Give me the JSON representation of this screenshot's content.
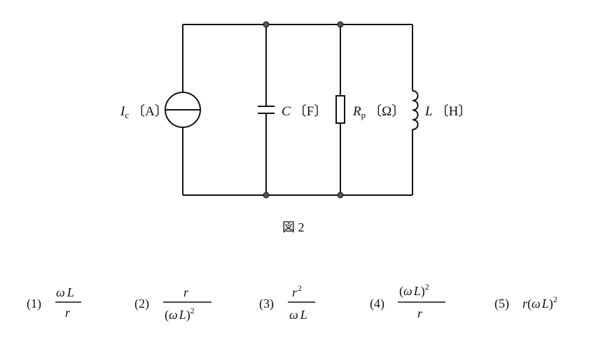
{
  "diagram": {
    "current_source": {
      "symbol": "I",
      "subscript": "c",
      "unit": "〔A〕"
    },
    "capacitor": {
      "symbol": "C",
      "unit": "〔F〕"
    },
    "resistor": {
      "symbol": "R",
      "subscript": "p",
      "unit": "〔Ω〕"
    },
    "inductor": {
      "symbol": "L",
      "unit": "〔H〕"
    },
    "caption": "図 2"
  },
  "choices": [
    {
      "num": "(1)",
      "num_text": "1",
      "num_text_b": "wL/r"
    },
    {
      "num": "(2)",
      "num_text": "2",
      "num_text_b": "r/(wL)^2"
    },
    {
      "num": "(3)",
      "num_text": "3",
      "num_text_b": "r^2/wL"
    },
    {
      "num": "(4)",
      "num_text": "4",
      "num_text_b": "(wL)^2/r"
    },
    {
      "num": "(5)",
      "num_text": "5",
      "num_text_b": "r(wL)^2"
    }
  ],
  "glyphs": {
    "omega": "ω",
    "L": "L",
    "r": "r",
    "two": "2",
    "lparen": "(",
    "rparen": ")",
    "open": "(",
    "close": ")"
  }
}
